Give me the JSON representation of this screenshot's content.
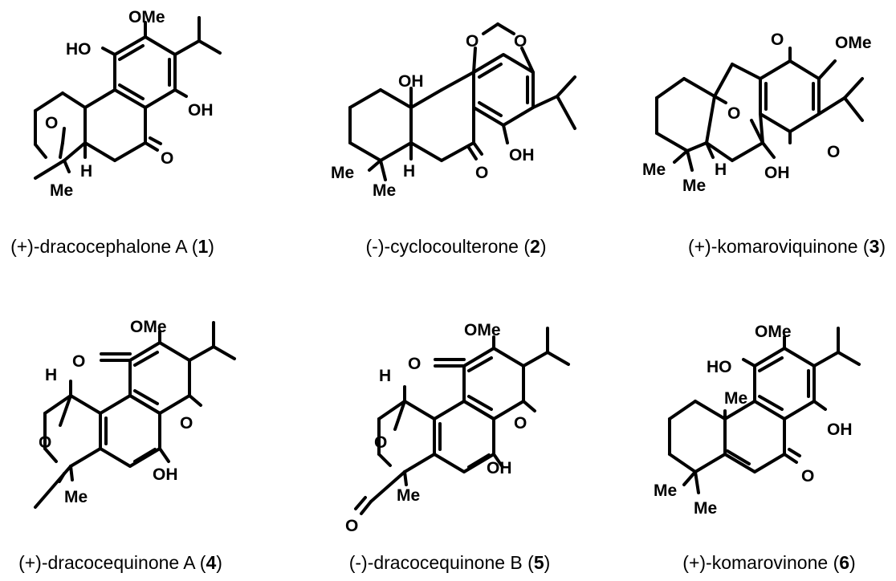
{
  "compounds": [
    {
      "name_prefix": "(+)-dracocephalone A (",
      "number": "1",
      "name_suffix": ")",
      "labels": {
        "ome": "OMe",
        "ho": "HO",
        "oh": "OH",
        "o_bridge": "O",
        "ketone": "O",
        "h": "H",
        "me": "Me"
      }
    },
    {
      "name_prefix": "(-)-cyclocoulterone (",
      "number": "2",
      "name_suffix": ")",
      "labels": {
        "o1": "O",
        "o2": "O",
        "oh_top": "OH",
        "oh": "OH",
        "ketone": "O",
        "h": "H",
        "me1": "Me",
        "me2": "Me"
      }
    },
    {
      "name_prefix": "(+)-komaroviquinone (",
      "number": "3",
      "name_suffix": ")",
      "labels": {
        "o_top": "O",
        "ome": "OMe",
        "o_bridge": "O",
        "o_bottom": "O",
        "oh": "OH",
        "h": "H",
        "me1": "Me",
        "me2": "Me"
      }
    },
    {
      "name_prefix": "(+)-dracocequinone A (",
      "number": "4",
      "name_suffix": ")",
      "labels": {
        "ome": "OMe",
        "o_left": "O",
        "o_right": "O",
        "h": "H",
        "o_bridge": "O",
        "oh": "OH",
        "me": "Me"
      }
    },
    {
      "name_prefix": "(-)-dracocequinone B (",
      "number": "5",
      "name_suffix": ")",
      "labels": {
        "ome": "OMe",
        "o_left": "O",
        "o_right": "O",
        "h": "H",
        "o_bridge": "O",
        "oh": "OH",
        "me": "Me",
        "o_lactone": "O"
      }
    },
    {
      "name_prefix": "(+)-komarovinone (",
      "number": "6",
      "name_suffix": ")",
      "labels": {
        "ome": "OMe",
        "ho": "HO",
        "me_top": "Me",
        "oh": "OH",
        "ketone": "O",
        "me1": "Me",
        "me2": "Me"
      }
    }
  ]
}
